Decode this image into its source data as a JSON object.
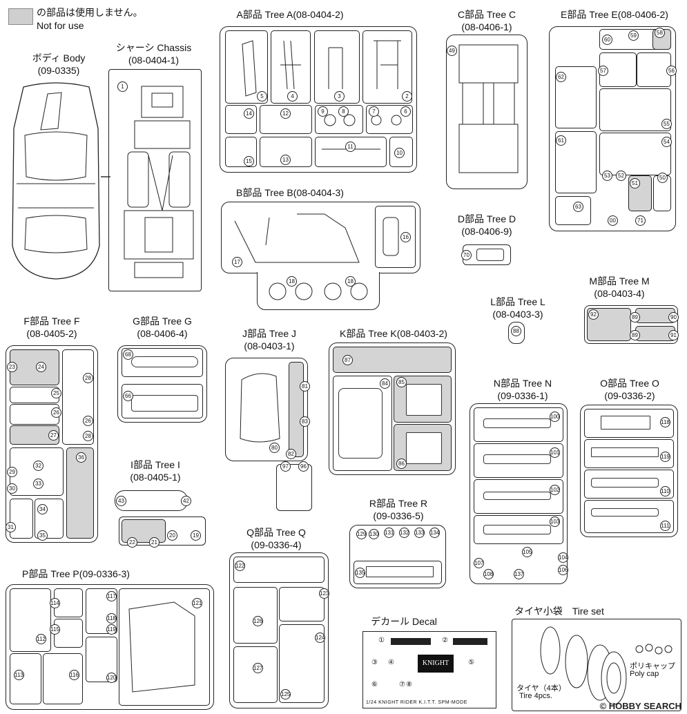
{
  "legend": {
    "line1": "の部品は使用しません。",
    "line2": "Not for use"
  },
  "labels": {
    "body": {
      "name": "ボディ Body",
      "code": "(09-0335)"
    },
    "chassis": {
      "name": "シャーシ Chassis",
      "code": "(08-0404-1)"
    },
    "treeA": {
      "name": "A部品 Tree A",
      "code": "(08-0404-2)"
    },
    "treeB": {
      "name": "B部品 Tree B",
      "code": "(08-0404-3)"
    },
    "treeC": {
      "name": "C部品 Tree C",
      "code": "(08-0406-1)"
    },
    "treeD": {
      "name": "D部品 Tree D",
      "code": "(08-0406-9)"
    },
    "treeE": {
      "name": "E部品 Tree E",
      "code": "(08-0406-2)"
    },
    "treeF": {
      "name": "F部品 Tree F",
      "code": "(08-0405-2)"
    },
    "treeG": {
      "name": "G部品 Tree G",
      "code": "(08-0406-4)"
    },
    "treeI": {
      "name": "I部品 Tree I",
      "code": "(08-0405-1)"
    },
    "treeJ": {
      "name": "J部品 Tree J",
      "code": "(08-0403-1)"
    },
    "treeK": {
      "name": "K部品 Tree K",
      "code": "(08-0403-2)"
    },
    "treeL": {
      "name": "L部品 Tree L",
      "code": "(08-0403-3)"
    },
    "treeM": {
      "name": "M部品 Tree M",
      "code": "(08-0403-4)"
    },
    "treeN": {
      "name": "N部品 Tree N",
      "code": "(09-0336-1)"
    },
    "treeO": {
      "name": "O部品 Tree O",
      "code": "(09-0336-2)"
    },
    "treeP": {
      "name": "P部品 Tree P",
      "code": "(09-0336-3)"
    },
    "treeQ": {
      "name": "Q部品 Tree Q",
      "code": "(09-0336-4)"
    },
    "treeR": {
      "name": "R部品 Tree R",
      "code": "(09-0336-5)"
    },
    "decal": {
      "name": "デカール Decal"
    },
    "tire": {
      "name": "タイヤ小袋　Tire set"
    }
  },
  "decal_sheet": {
    "knight_logo": "KNIGHT",
    "footer": "1/24    KNIGHT RIDER K.I.T.T. SPM-MODE",
    "nums": [
      "①",
      "②",
      "③",
      "④",
      "⑤",
      "⑥",
      "⑦",
      "⑧"
    ]
  },
  "tire_set": {
    "tire_jp": "タイヤ（4本）",
    "tire_en": "Tire 4pcs.",
    "cap_jp": "ポリキャップ",
    "cap_en": "Poly cap"
  },
  "watermark": "© HOBBY SEARCH",
  "part_numbers": {
    "A": [
      "5",
      "4",
      "3",
      "2",
      "14",
      "12",
      "9",
      "8",
      "7",
      "6",
      "15",
      "13",
      "11",
      "10"
    ],
    "B": [
      "17",
      "18",
      "18",
      "16"
    ],
    "C": [
      "49"
    ],
    "D": [
      "70"
    ],
    "E": [
      "60",
      "59",
      "58",
      "57",
      "56",
      "62",
      "55",
      "61",
      "54",
      "53",
      "52",
      "51",
      "50",
      "63",
      "00",
      "71"
    ],
    "F": [
      "23",
      "24",
      "28",
      "25",
      "26",
      "26",
      "27",
      "28",
      "32",
      "33",
      "29",
      "30",
      "36",
      "34",
      "35",
      "31"
    ],
    "G": [
      "68",
      "66"
    ],
    "I": [
      "43",
      "42",
      "22",
      "21",
      "20",
      "19"
    ],
    "J": [
      "81",
      "83",
      "82",
      "80",
      "97",
      "96"
    ],
    "K": [
      "87",
      "84",
      "85",
      "86"
    ],
    "L": [
      "88"
    ],
    "M": [
      "92",
      "89",
      "89",
      "90",
      "91"
    ],
    "N": [
      "100",
      "101",
      "102",
      "103",
      "104",
      "105",
      "106",
      "107",
      "108",
      "137"
    ],
    "O": [
      "118",
      "119",
      "110",
      "111"
    ],
    "P": [
      "114",
      "117",
      "112",
      "115",
      "118",
      "119",
      "113",
      "116",
      "120",
      "121"
    ],
    "Q": [
      "122",
      "123",
      "126",
      "124",
      "127",
      "125"
    ],
    "R": [
      "129",
      "130",
      "131",
      "132",
      "133",
      "134",
      "135"
    ],
    "chassis": [
      "1"
    ]
  }
}
